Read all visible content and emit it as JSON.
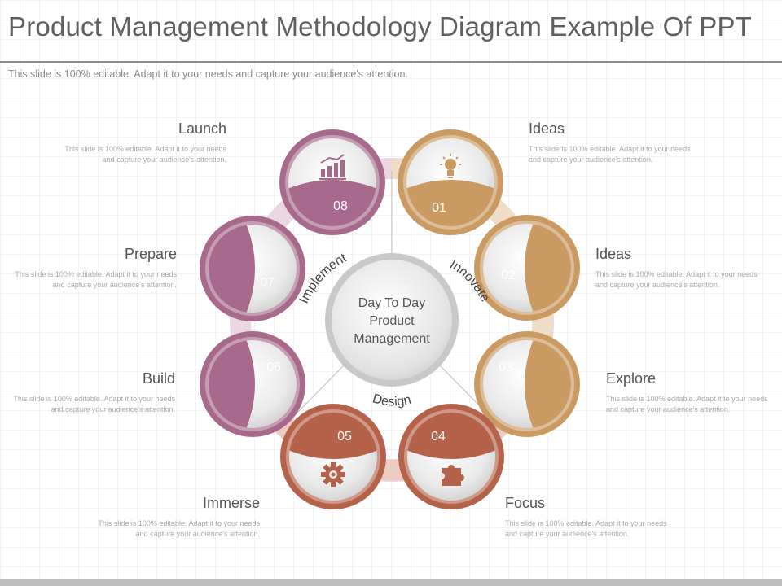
{
  "header": {
    "title": "Product Management Methodology Diagram Example Of PPT",
    "subtitle": "This slide is 100% editable. Adapt it to your needs and capture your audience's attention."
  },
  "center": {
    "line1": "Day To Day",
    "line2": "Product",
    "line3": "Management"
  },
  "phases": {
    "innovate": "Innovate",
    "implement": "Implement",
    "design": "Design"
  },
  "steps": [
    {
      "number": "01",
      "heading": "Ideas",
      "icon": "lightbulb-icon",
      "color": "#c99a62"
    },
    {
      "number": "02",
      "heading": "Ideas",
      "icon": "magnifier-icon",
      "color": "#c99a62"
    },
    {
      "number": "03",
      "heading": "Explore",
      "icon": "megaphone-icon",
      "color": "#c99a62"
    },
    {
      "number": "04",
      "heading": "Focus",
      "icon": "puzzle-icon",
      "color": "#b5624a"
    },
    {
      "number": "05",
      "heading": "Immerse",
      "icon": "gear-icon",
      "color": "#b5624a"
    },
    {
      "number": "06",
      "heading": "Build",
      "icon": "target-icon",
      "color": "#a86a8c"
    },
    {
      "number": "07",
      "heading": "Prepare",
      "icon": "handshake-icon",
      "color": "#a86a8c"
    },
    {
      "number": "08",
      "heading": "Launch",
      "icon": "bar-chart-icon",
      "color": "#a86a8c"
    }
  ],
  "description": "This slide is 100% editable. Adapt it to your needs and capture your audience's attention.",
  "colors": {
    "tan": "#c99a62",
    "rust": "#b5624a",
    "mauve": "#a86a8c"
  }
}
